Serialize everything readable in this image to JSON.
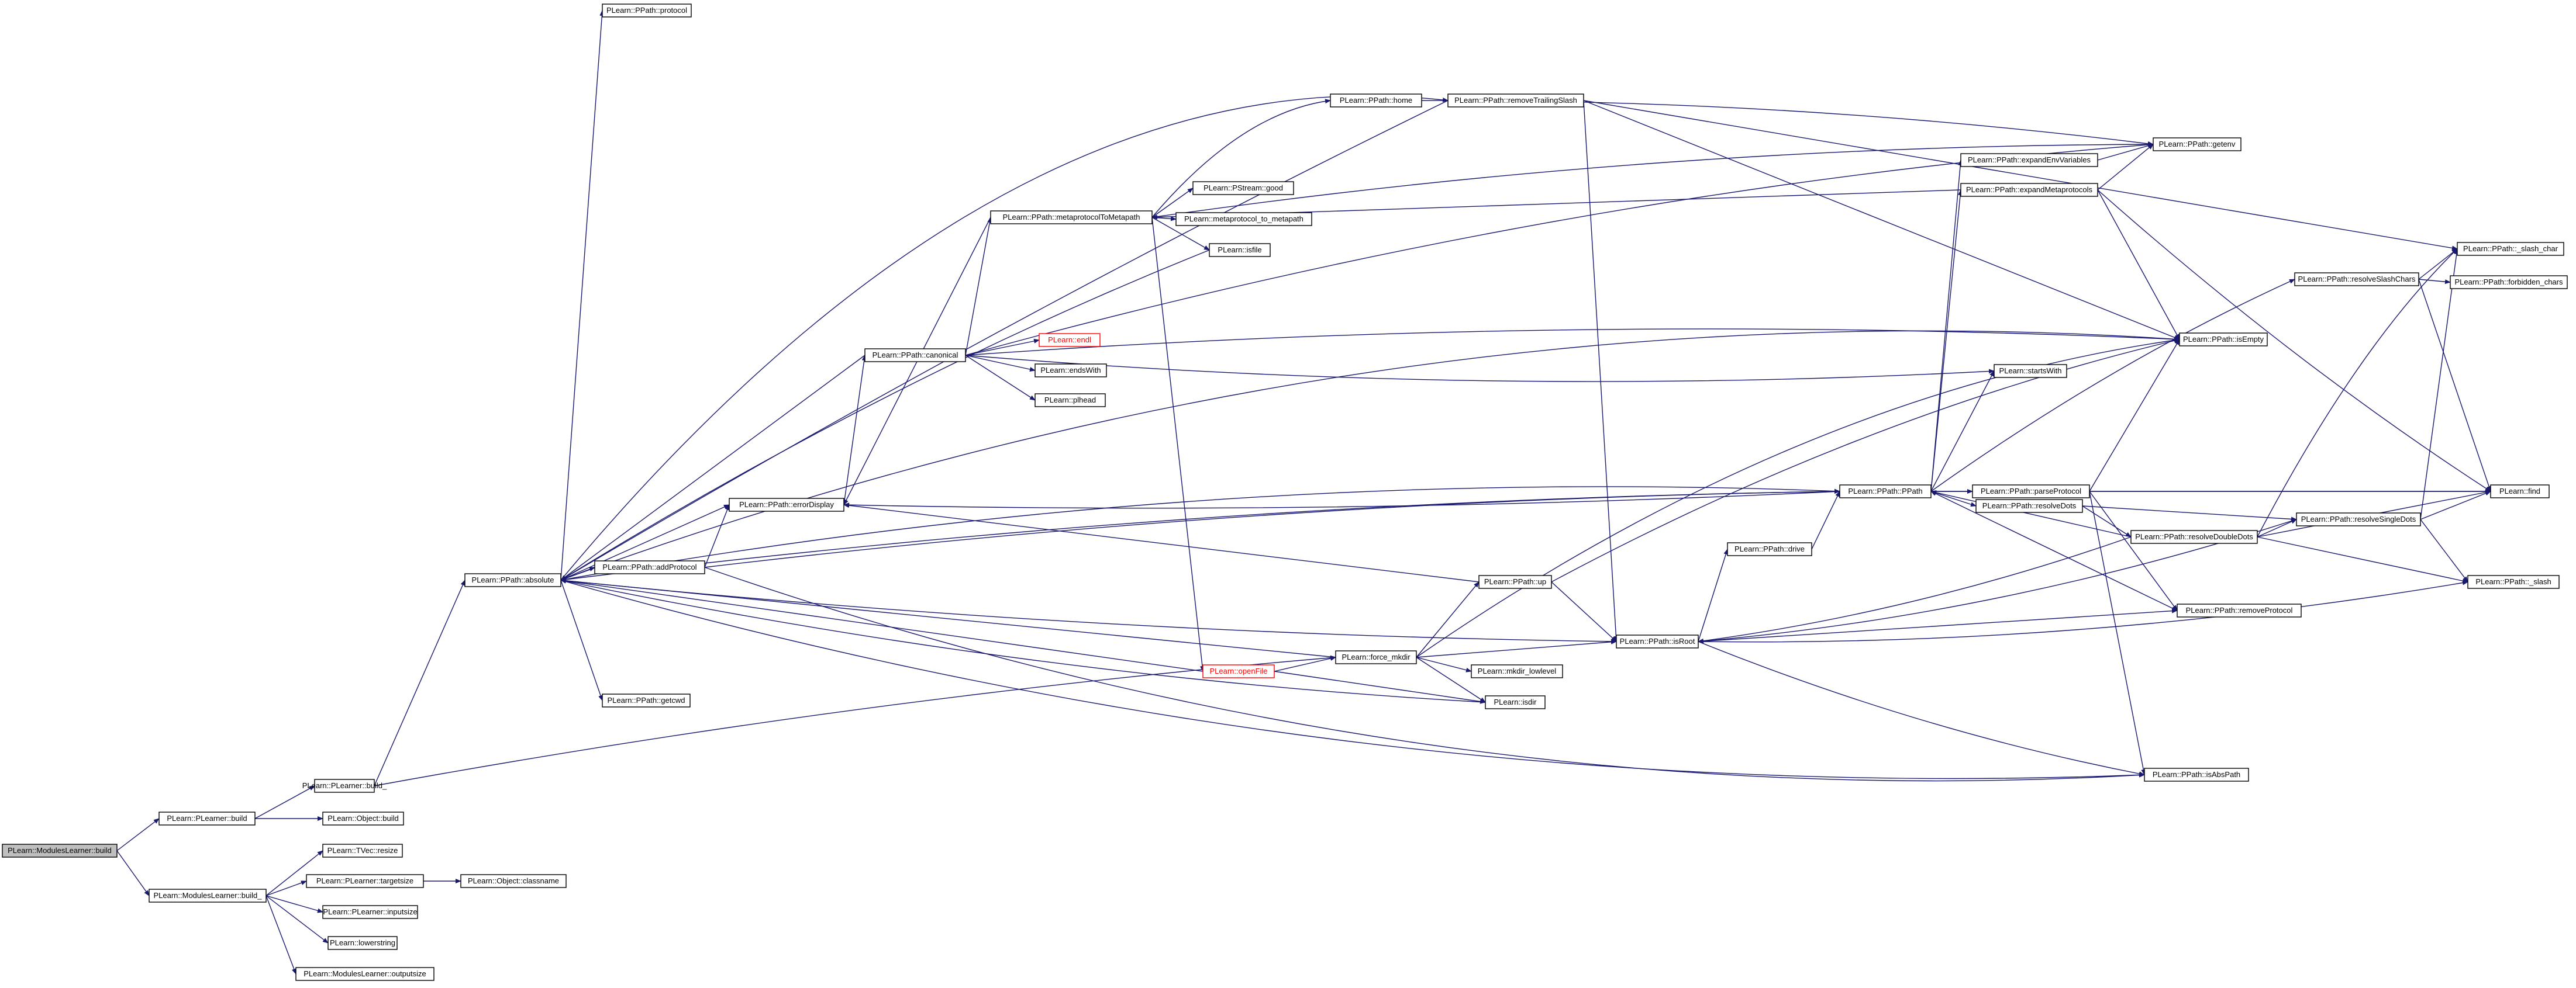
{
  "colors": {
    "edge": "#191970",
    "root_fill": "#bfbfbf",
    "node_border": "#000000",
    "missing_node": "#ff0000"
  },
  "nodes": {
    "root": "PLearn::ModulesLearner::build",
    "plearner_build": "PLearn::PLearner::build",
    "modules_build_": "PLearn::ModulesLearner::build_",
    "plearner_build_": "PLearn::PLearner::build_",
    "object_build": "PLearn::Object::build",
    "tvec_resize": "PLearn::TVec::resize",
    "targetsize": "PLearn::PLearner::targetsize",
    "object_classname": "PLearn::Object::classname",
    "inputsize": "PLearn::PLearner::inputsize",
    "lowerstring": "PLearn::lowerstring",
    "outputsize": "PLearn::ModulesLearner::outputsize",
    "ppath_absolute": "PLearn::PPath::absolute",
    "ppath_protocol": "PLearn::PPath::protocol",
    "ppath_addprotocol": "PLearn::PPath::addProtocol",
    "ppath_errordisplay": "PLearn::PPath::errorDisplay",
    "ppath_getcwd": "PLearn::PPath::getcwd",
    "ppath_canonical": "PLearn::PPath::canonical",
    "endl": "PLearn::endl",
    "endswith": "PLearn::endsWith",
    "plhead": "PLearn::plhead",
    "metaprotocol_to_metapath": "PLearn::PPath::metaprotocolToMetapath",
    "pstream_good": "PLearn::PStream::good",
    "metaprotocol_to_metapath_fn": "PLearn::metaprotocol_to_metapath",
    "isfile": "PLearn::isfile",
    "ppath_home": "PLearn::PPath::home",
    "remove_trailing_slash": "PLearn::PPath::removeTrailingSlash",
    "openfile": "PLearn::openFile",
    "force_mkdir": "PLearn::force_mkdir",
    "mkdir_lowlevel": "PLearn::mkdir_lowlevel",
    "isdir": "PLearn::isdir",
    "ppath_up": "PLearn::PPath::up",
    "ppath_drive": "PLearn::PPath::drive",
    "ppath_isroot": "PLearn::PPath::isRoot",
    "ppath_ppath": "PLearn::PPath::PPath",
    "startswith": "PLearn::startsWith",
    "expand_env_variables": "PLearn::PPath::expandEnvVariables",
    "expand_metaprotocols": "PLearn::PPath::expandMetaprotocols",
    "ppath_getenv": "PLearn::PPath::getenv",
    "resolve_dots": "PLearn::PPath::resolveDots",
    "parse_protocol": "PLearn::PPath::parseProtocol",
    "resolve_double_dots": "PLearn::PPath::resolveDoubleDots",
    "resolve_single_dots": "PLearn::PPath::resolveSingleDots",
    "remove_protocol": "PLearn::PPath::removeProtocol",
    "is_abs_path": "PLearn::PPath::isAbsPath",
    "ppath_isempty": "PLearn::PPath::isEmpty",
    "resolve_slash_chars": "PLearn::PPath::resolveSlashChars",
    "slash_char": "PLearn::PPath::_slash_char",
    "forbidden_chars": "PLearn::PPath::forbidden_chars",
    "find": "PLearn::find",
    "slash": "PLearn::PPath::_slash"
  }
}
